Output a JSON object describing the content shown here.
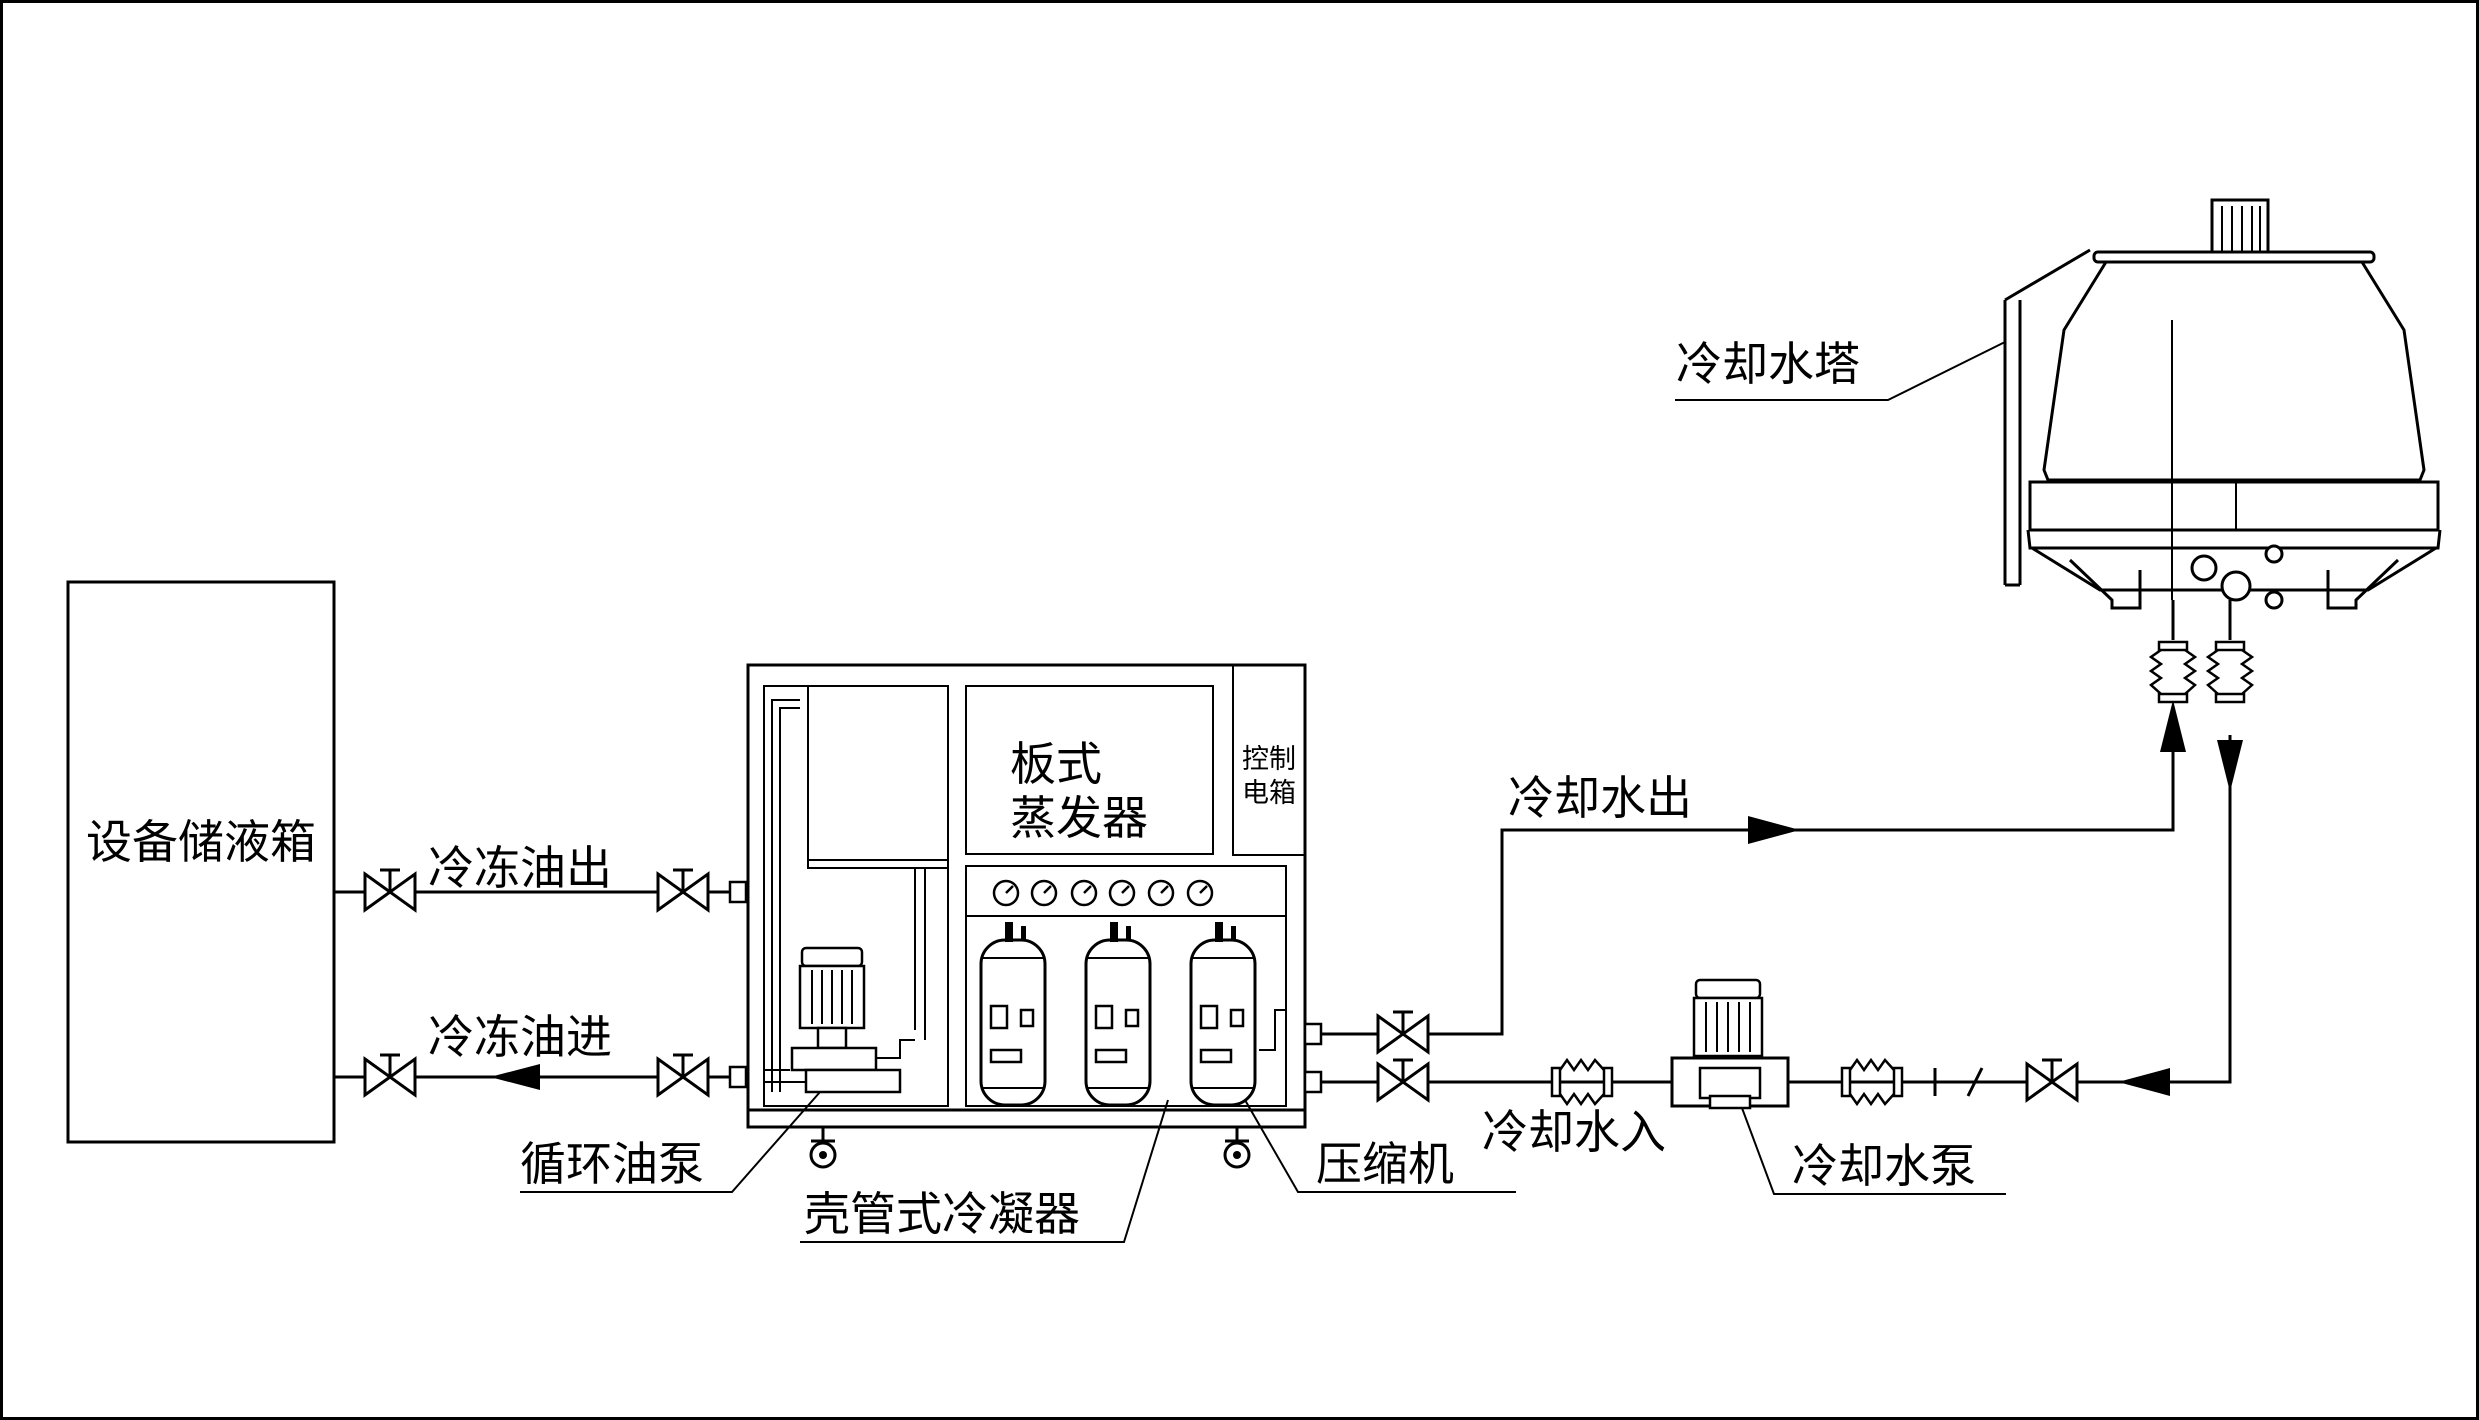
{
  "labels": {
    "tank": "设备储液箱",
    "oil_out": "冷冻油出",
    "oil_in": "冷冻油进",
    "plate_evaporator_line1": "板式",
    "plate_evaporator_line2": "蒸发器",
    "control_box_line1": "控制",
    "control_box_line2": "电箱",
    "cooling_water_out": "冷却水出",
    "cooling_water_in": "冷却水入",
    "cooling_tower": "冷却水塔",
    "oil_pump": "循环油泵",
    "shell_tube_condenser": "壳管式冷凝器",
    "compressor": "压缩机",
    "water_pump": "冷却水泵"
  },
  "colors": {
    "line": "#000000",
    "background": "#ffffff"
  },
  "icons": [
    "valve-icon",
    "arrow-icon",
    "gauge-icon",
    "motor-icon",
    "compressor-icon",
    "bellows-icon",
    "wheel-icon"
  ]
}
